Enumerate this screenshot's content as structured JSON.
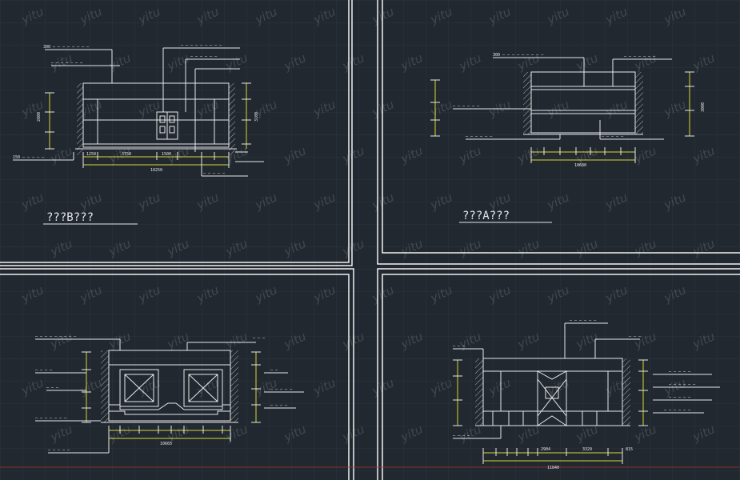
{
  "viewports": [
    {
      "id": "top-left",
      "title": "???B???"
    },
    {
      "id": "top-right",
      "title": "???A???"
    },
    {
      "id": "bottom-left",
      "title": ""
    },
    {
      "id": "bottom-right",
      "title": ""
    }
  ],
  "watermark": {
    "text": "yitu"
  },
  "dims": {
    "tl": {
      "d1": "1250",
      "d2": "3750",
      "d3": "1500",
      "total": "10250",
      "v1": "2800",
      "v2": "3100"
    },
    "tr": {
      "total": "10680",
      "v1": "3000"
    },
    "bl": {
      "total": "10665"
    },
    "br": {
      "total": "11840",
      "d1": "2904",
      "d2": "3329",
      "d3": "815"
    }
  },
  "colors": {
    "background": "#212830",
    "grid": "#2b333d",
    "frame": "#ffffff",
    "line": "#e8e8e8",
    "accent": "#d8d830"
  }
}
